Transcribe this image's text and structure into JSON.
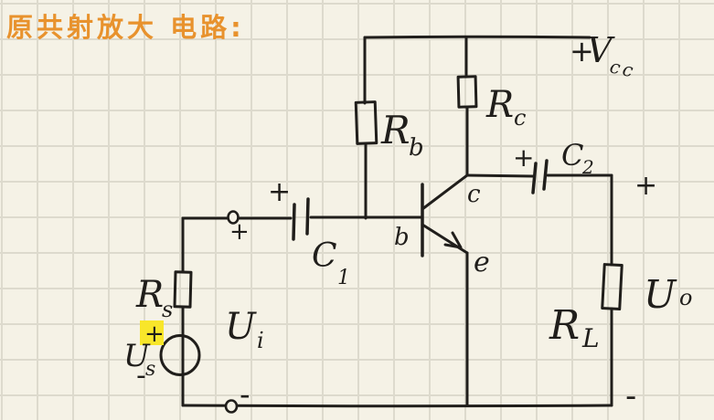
{
  "page": {
    "title": "原共射放大 电路:"
  },
  "colors": {
    "paper": "#f5f2e6",
    "grid_line": "#dddacd",
    "ink": "#201e1b",
    "title_orange": "#e8922d",
    "highlight_yellow": "#f8e62a"
  },
  "supply": {
    "plus": "+",
    "symbol": "V",
    "subscript": "cc"
  },
  "resistors": {
    "rb": {
      "symbol": "R",
      "sub": "b"
    },
    "rc": {
      "symbol": "R",
      "sub": "c"
    },
    "rs": {
      "symbol": "R",
      "sub": "s"
    },
    "rl": {
      "symbol": "R",
      "sub": "L"
    }
  },
  "capacitors": {
    "c1": {
      "symbol": "C",
      "sub": "1",
      "plus": "+"
    },
    "c2": {
      "symbol": "C",
      "sub": "2",
      "plus": "+"
    }
  },
  "transistor": {
    "collector": "c",
    "base": "b",
    "emitter": "e"
  },
  "voltages": {
    "us": {
      "symbol": "U",
      "sub": "s",
      "plus": "+",
      "minus": "-"
    },
    "ui": {
      "symbol": "U",
      "sub": "i"
    },
    "uo": {
      "symbol": "U",
      "sub": "o"
    }
  },
  "terminals": {
    "input_plus": "+",
    "input_minus": "-",
    "output_plus": "+",
    "output_minus": "-"
  }
}
